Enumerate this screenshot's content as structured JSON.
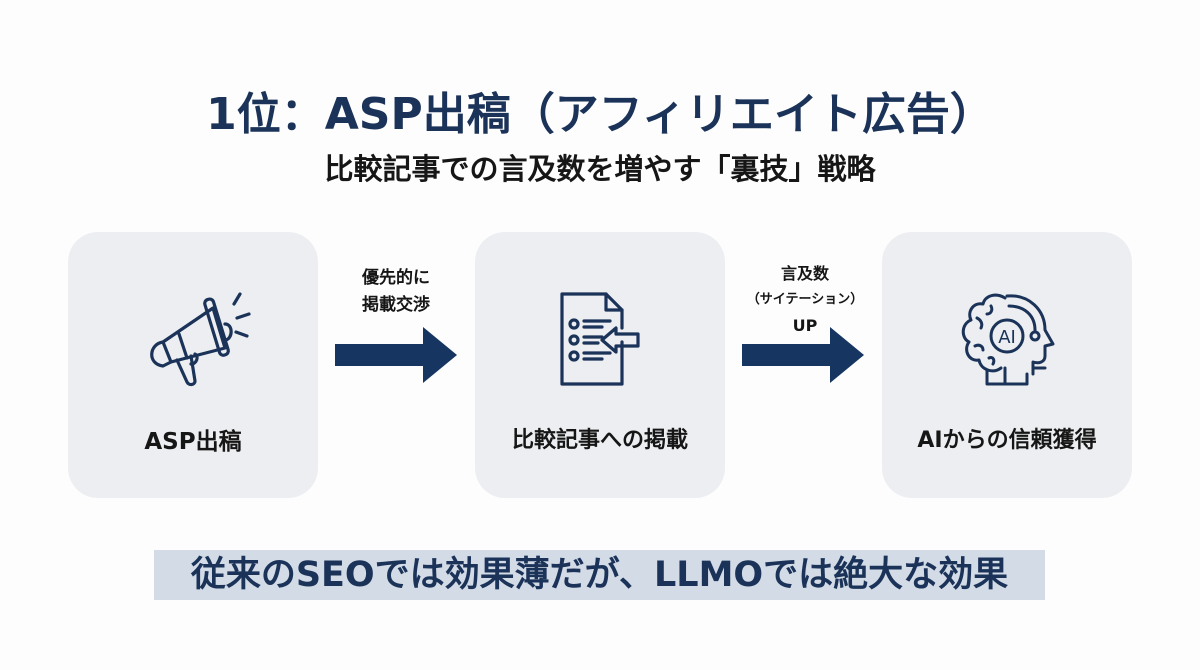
{
  "header": {
    "title": "1位：ASP出稿（アフィリエイト広告）",
    "subtitle": "比較記事での言及数を増やす「裏技」戦略"
  },
  "flow": {
    "steps": [
      {
        "label": "ASP出稿",
        "icon": "megaphone-icon"
      },
      {
        "label": "比較記事への掲載",
        "icon": "document-list-icon"
      },
      {
        "label": "AIからの信頼獲得",
        "icon": "ai-head-icon"
      }
    ],
    "arrows": [
      {
        "caption_line1": "優先的に",
        "caption_line2": "掲載交渉"
      },
      {
        "caption_line1": "言及数",
        "caption_line2": "（サイテーション）",
        "caption_line3": "UP"
      }
    ]
  },
  "footer": {
    "tagline": "従来のSEOでは効果薄だが、LLMOでは絶大な効果"
  },
  "colors": {
    "navy": "#1b3358",
    "box_bg": "#eceef1",
    "highlight": "#d3dbe7",
    "text": "#161616",
    "background": "#fdfdfd"
  }
}
